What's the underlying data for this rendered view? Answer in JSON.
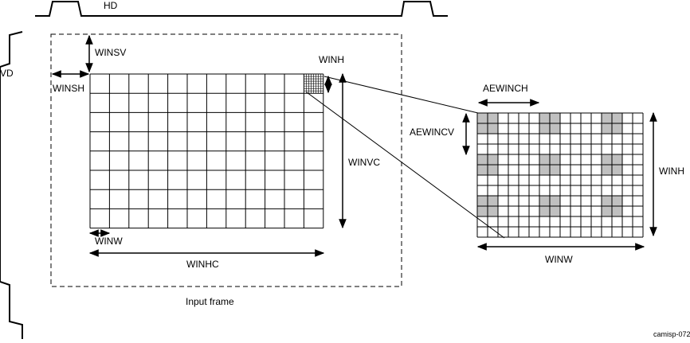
{
  "signals": {
    "hd": "HD",
    "vd": "VD"
  },
  "frame": {
    "caption": "Input frame"
  },
  "labels": {
    "winsv": "WINSV",
    "winsh": "WINSH",
    "winh_small": "WINH",
    "winvc": "WINVC",
    "winw_small": "WINW",
    "winhc": "WINHC",
    "aewinch": "AEWINCH",
    "aewincv": "AEWINCV",
    "winh_zoom": "WINH",
    "winw_zoom": "WINW"
  },
  "figure_id": "camisp-072",
  "colors": {
    "line": "#000000",
    "highlight": "#c0c0c0",
    "background": "#ffffff"
  }
}
